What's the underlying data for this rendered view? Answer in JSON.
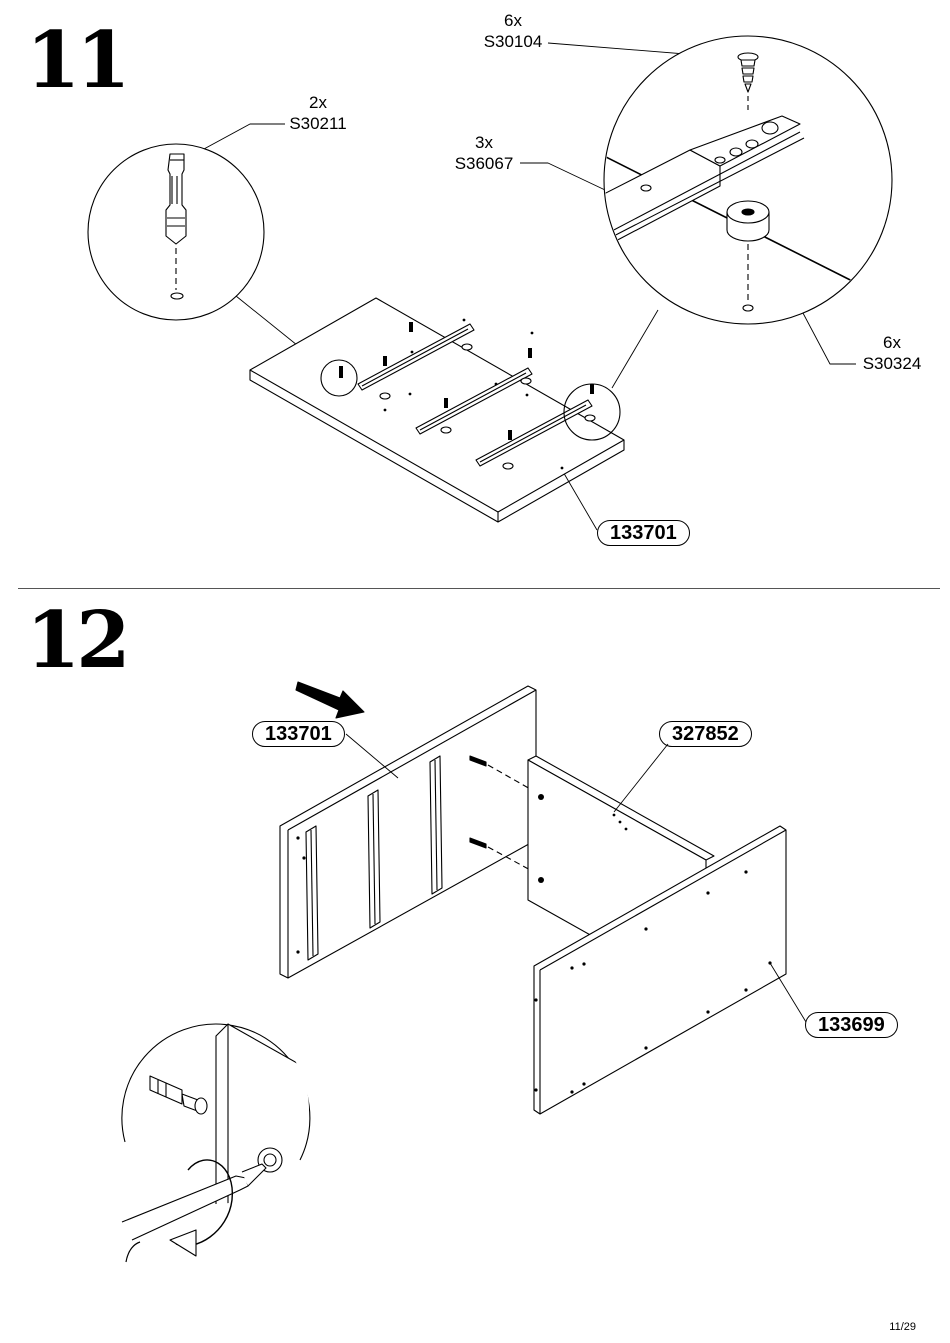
{
  "step11": {
    "number": "11",
    "callouts": {
      "cam_bolt": {
        "qty": "2x",
        "code": "S30211"
      },
      "screw": {
        "qty": "6x",
        "code": "S30104"
      },
      "drawer_runner": {
        "qty": "3x",
        "code": "S36067"
      },
      "spacer": {
        "qty": "6x",
        "code": "S30324"
      }
    },
    "panel_code": "133701"
  },
  "step12": {
    "number": "12",
    "panels": {
      "back": "133701",
      "side_left": "327852",
      "side_right": "133699"
    }
  },
  "page": "11/29"
}
